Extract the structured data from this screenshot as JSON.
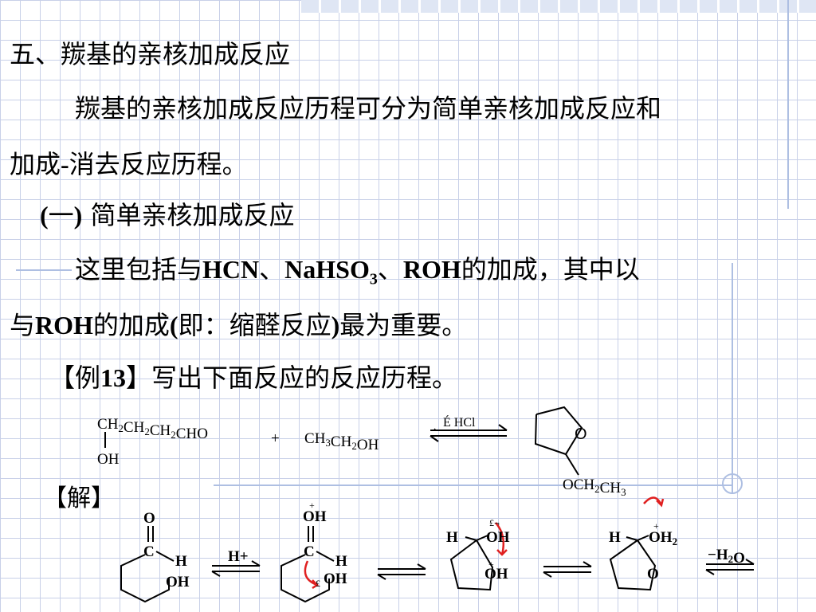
{
  "slide": {
    "section_title": "五、羰基的亲核加成反应",
    "para1_line1": "羰基的亲核加成反应历程可分为简单亲核加成反应和",
    "para1_line2_a": "加成",
    "para1_line2_b": "-",
    "para1_line2_c": "消去反应历程。",
    "sub_open": "(",
    "sub_num": "一",
    "sub_close": ")",
    "sub_title": " 简单亲核加成反应",
    "para2_a": "这里包括与",
    "para2_hcn": "HCN",
    "para2_sep1": "、",
    "para2_nahso": "NaHSO",
    "para2_3": "3",
    "para2_sep2": "、",
    "para2_roh": "ROH",
    "para2_b": "的加成，其中以",
    "para3_a": "与",
    "para3_roh": "ROH",
    "para3_b": "的加成",
    "para3_paren_open": "(",
    "para3_c": "即：缩醛反应",
    "para3_paren_close": ")",
    "para3_d": "最为重要。",
    "example_open": "【例",
    "example_num": "13",
    "example_close": "】",
    "example_text": "写出下面反应的反应历程。",
    "answer_label": "【解】"
  },
  "reaction": {
    "reactant1_main": "CH2CH2CH2CHO",
    "reactant1_sub": "OH",
    "plus": "+",
    "reactant2": "CH3CH2OH",
    "catalyst": "É HCl",
    "catalyst_tick": "、",
    "product_ring_o": "O",
    "product_sub": "OCH2CH3"
  },
  "mechanism": {
    "s1_o": "O",
    "s1_c": "C",
    "s1_h": "H",
    "s1_oh": "OH",
    "h_plus": "H+",
    "s2_charge": "+",
    "s2_oh": "OH",
    "s2_c": "C",
    "s2_h": "H",
    "s2_pound": "£",
    "s2_oh2": "OH",
    "s3_h": "H",
    "s3_oh": "OH",
    "s3_charge": "+",
    "s3_oh_bottom": "OH",
    "s3_note": "£¬",
    "s4_h": "H",
    "s4_charge": "+",
    "s4_oh2": "OH2",
    "s4_o": "O",
    "minus_water": "−H2O"
  },
  "colors": {
    "grid": "#c8d0e8",
    "decor_line": "#aebfe2",
    "arrow_red": "#e02020",
    "text": "#000000"
  }
}
